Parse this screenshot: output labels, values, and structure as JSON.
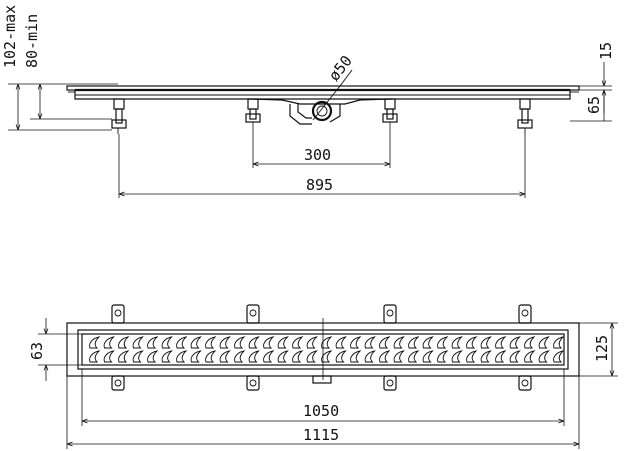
{
  "side_view": {
    "height_max_label": "102-max",
    "height_min_label": "80-min",
    "pipe_label": "ø50",
    "top_dim_label": "15",
    "body_dim_label": "65",
    "center_spacing_label": "300",
    "outer_spacing_label": "895"
  },
  "plan_view": {
    "width_label": "63",
    "height_label": "125",
    "grate_length_label": "1050",
    "total_length_label": "1115"
  }
}
